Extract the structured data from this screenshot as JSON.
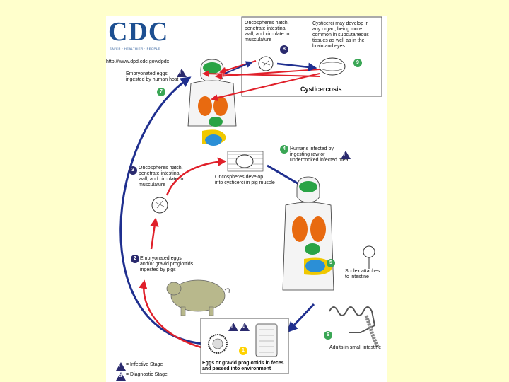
{
  "logo": {
    "text": "CDC",
    "tagline": "SAFER · HEALTHIER · PEOPLE"
  },
  "url": "http://www.dpd.cdc.gov/dpdx",
  "labels": {
    "cysticercosis_box_hatch": "Oncospheres hatch,\npenetrate intestinal\nwall, and circulate to\nmusculature",
    "cysticercosis_box_develop": "Cysticerci may develop in\nany organ, being more\ncommon in subcutaneous\ntissues as well as in the\nbrain and eyes",
    "cysticercosis_title": "Cysticercosis",
    "human_egg_ingest": "Embryonated eggs\ningested by human host",
    "pig_hatch": "Oncospheres hatch,\npenetrate intestinal\nwall, and circulate to\nmusculature",
    "pig_develop": "Oncospheres develop\ninto cysticerci in pig muscle",
    "human_infected": "Humans infected by\ningesting raw or\nundercooked infected meat",
    "pig_ingest": "Embryonated eggs\nand/or gravid proglottids\ningested by pigs",
    "scolex": "Scolex attaches\nto intestine",
    "adults": "Adults in small intestine",
    "eggs_feces": "Eggs or gravid proglottids in feces\nand passed into environment",
    "legend_infective": "= Infective Stage",
    "legend_diagnostic": "= Diagnostic Stage"
  },
  "steps": {
    "s1": "1",
    "s2": "2",
    "s3": "3",
    "s4": "4",
    "s5": "5",
    "s6": "6",
    "s7": "7",
    "s8": "8",
    "s9": "9",
    "infective": "i",
    "diagnostic": "d"
  },
  "colors": {
    "background": "#ffffcc",
    "logo_blue": "#1d4f91",
    "arrow_blue": "#1f2f8f",
    "arrow_red": "#e0202a",
    "step_green": "#3aa655",
    "step_navy": "#2a2a6e",
    "lungs": "#e86a10",
    "stomach": "#2aa345",
    "intestine": "#2b8fd6",
    "colon": "#f0c800",
    "pig": "#b8b88c"
  }
}
